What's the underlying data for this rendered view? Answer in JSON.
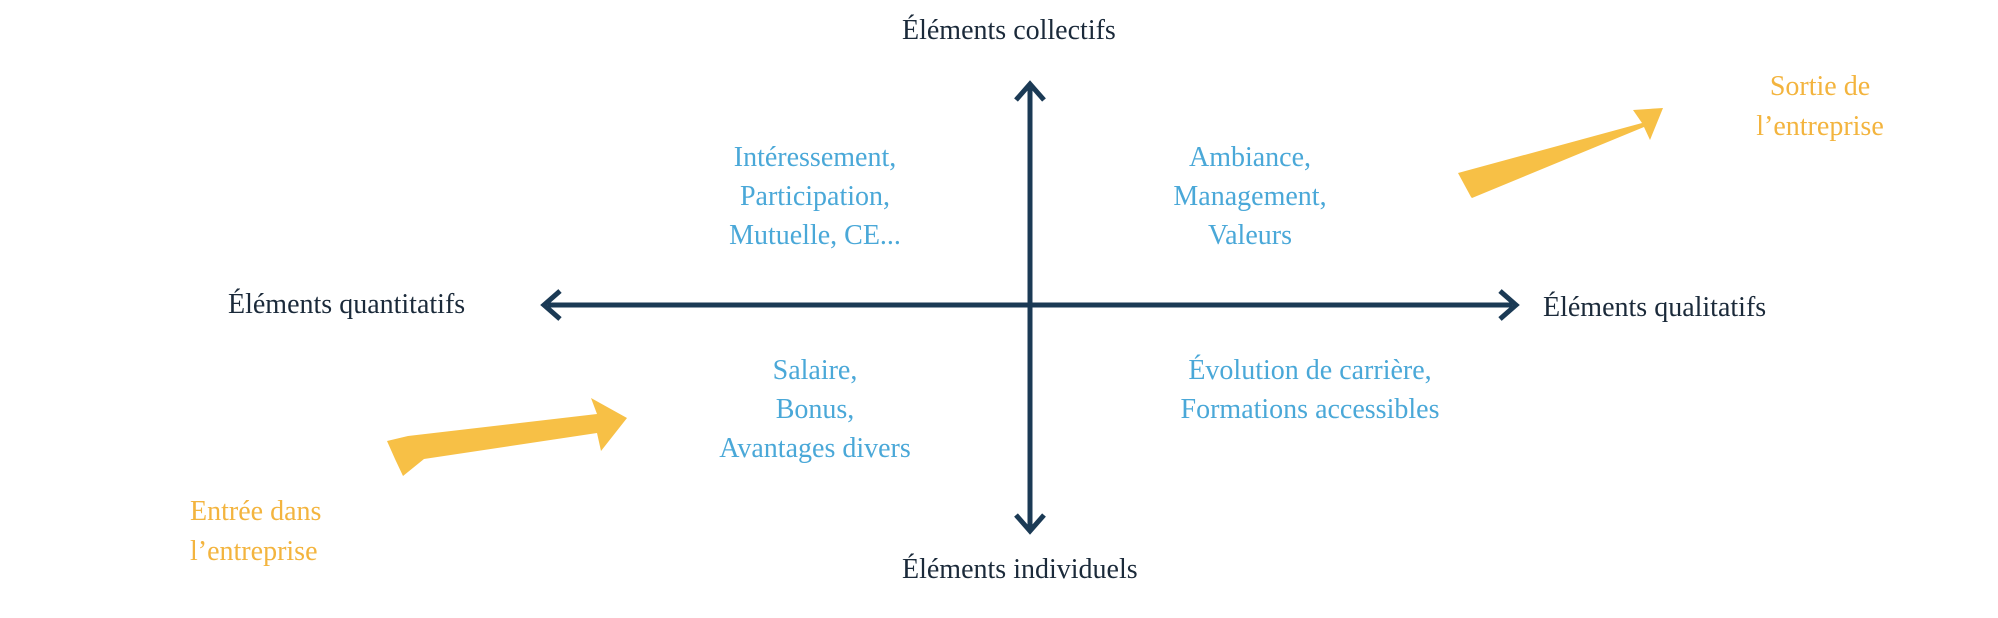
{
  "colors": {
    "axis": "#1b3a55",
    "axis_label": "#1b2a3a",
    "quadrant_text": "#4aa8d8",
    "journey": "#f7c046",
    "journey_text": "#f3b43e"
  },
  "axes": {
    "top": "Éléments collectifs",
    "bottom": "Éléments individuels",
    "left": "Éléments quantitatifs",
    "right": "Éléments qualitatifs"
  },
  "quadrants": {
    "top_left": [
      "Intéressement,",
      "Participation,",
      "Mutuelle, CE..."
    ],
    "top_right": [
      "Ambiance,",
      "Management,",
      "Valeurs"
    ],
    "bottom_left": [
      "Salaire,",
      "Bonus,",
      "Avantages divers"
    ],
    "bottom_right": [
      "Évolution de carrière,",
      "Formations accessibles"
    ]
  },
  "journey": {
    "entry": [
      "Entrée dans",
      "l’entreprise"
    ],
    "exit": [
      "Sortie de",
      "l’entreprise"
    ]
  }
}
